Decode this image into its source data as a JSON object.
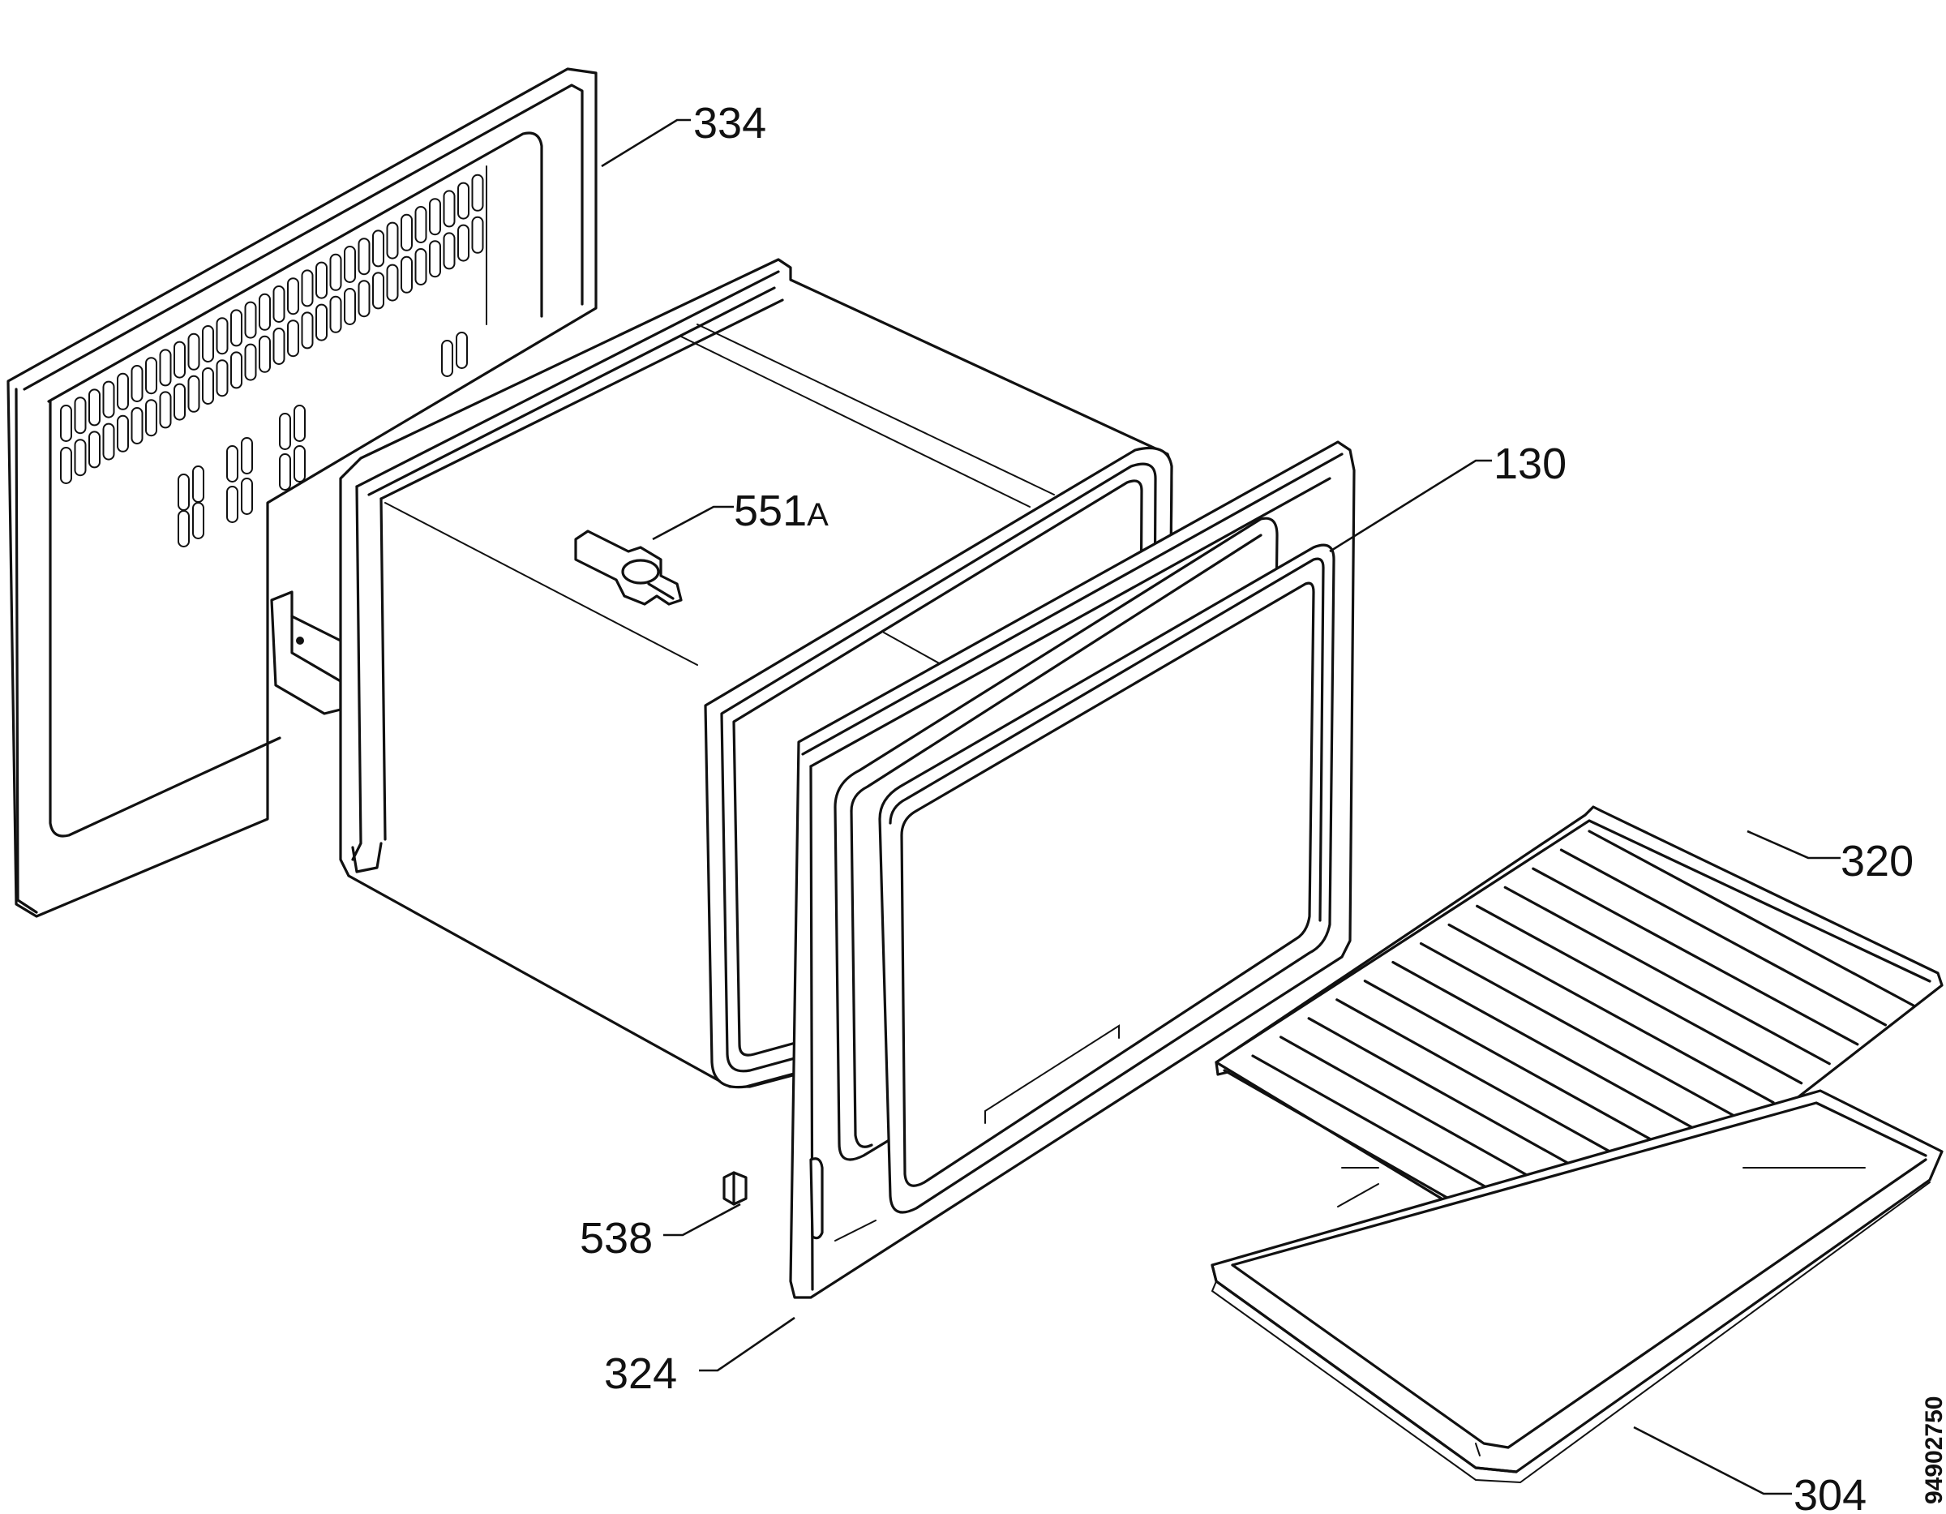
{
  "diagram": {
    "labels": [
      {
        "id": "334",
        "text": "334"
      },
      {
        "id": "551",
        "text": "551",
        "suffix": "A"
      },
      {
        "id": "130",
        "text": "130"
      },
      {
        "id": "320",
        "text": "320"
      },
      {
        "id": "538",
        "text": "538"
      },
      {
        "id": "324",
        "text": "324"
      },
      {
        "id": "304",
        "text": "304"
      }
    ],
    "document_number": "94902750"
  }
}
